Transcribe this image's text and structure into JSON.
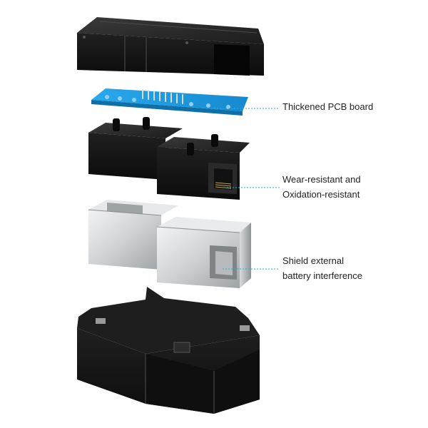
{
  "colors": {
    "leader_line": "#2ab3c8",
    "pcb": "#1ea0e6",
    "housing": "#161616",
    "metal_shield": "#bfc3c6"
  },
  "callouts": {
    "pcb": {
      "line1": "Thickened PCB board"
    },
    "wear": {
      "line1": "Wear-resistant and",
      "line2": "Oxidation-resistant"
    },
    "shield": {
      "line1": "Shield external",
      "line2": "battery interference"
    }
  }
}
